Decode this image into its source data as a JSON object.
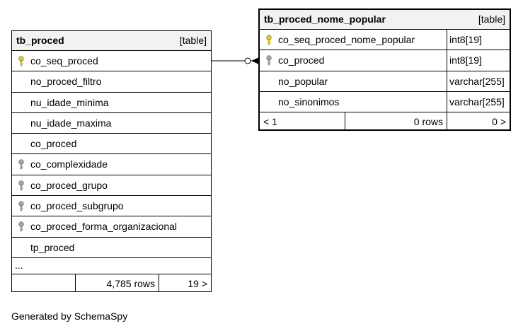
{
  "tables": {
    "proced": {
      "name": "tb_proced",
      "kind": "[table]",
      "columns": [
        {
          "name": "co_seq_proced",
          "key": "primary"
        },
        {
          "name": "no_proced_filtro",
          "key": "none"
        },
        {
          "name": "nu_idade_minima",
          "key": "none"
        },
        {
          "name": "nu_idade_maxima",
          "key": "none"
        },
        {
          "name": "co_proced",
          "key": "none"
        },
        {
          "name": "co_complexidade",
          "key": "foreign"
        },
        {
          "name": "co_proced_grupo",
          "key": "foreign"
        },
        {
          "name": "co_proced_subgrupo",
          "key": "foreign"
        },
        {
          "name": "co_proced_forma_organizacional",
          "key": "foreign"
        },
        {
          "name": "tp_proced",
          "key": "none"
        }
      ],
      "more": "...",
      "rows": "4,785 rows",
      "children": "19 >"
    },
    "nome_popular": {
      "name": "tb_proced_nome_popular",
      "kind": "[table]",
      "columns": [
        {
          "name": "co_seq_proced_nome_popular",
          "type": "int8[19]",
          "key": "primary"
        },
        {
          "name": "co_proced",
          "type": "int8[19]",
          "key": "foreign"
        },
        {
          "name": "no_popular",
          "type": "varchar[255]",
          "key": "none"
        },
        {
          "name": "no_sinonimos",
          "type": "varchar[255]",
          "key": "none"
        }
      ],
      "parents": "< 1",
      "rows": "0 rows",
      "children": "0 >"
    }
  },
  "footer": "Generated by SchemaSpy",
  "colors": {
    "primary_key": "#e6d800",
    "foreign_key": "#a8a8a8"
  }
}
